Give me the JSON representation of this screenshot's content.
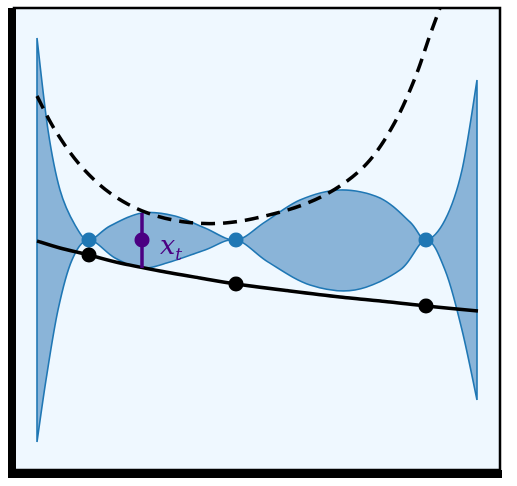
{
  "label_xt": "x",
  "label_xt_sub": "t",
  "colors": {
    "background": "#eff8ff",
    "frame": "#000000",
    "band_fill": "#8ab4d8",
    "band_stroke": "#1f77b4",
    "observed_point": "#1f77b4",
    "query_point": "#4b0082",
    "solid_curve": "#000000",
    "dashed_curve": "#000000"
  },
  "icons": {
    "observed": "filled-circle",
    "query": "filled-circle-with-bar"
  }
}
